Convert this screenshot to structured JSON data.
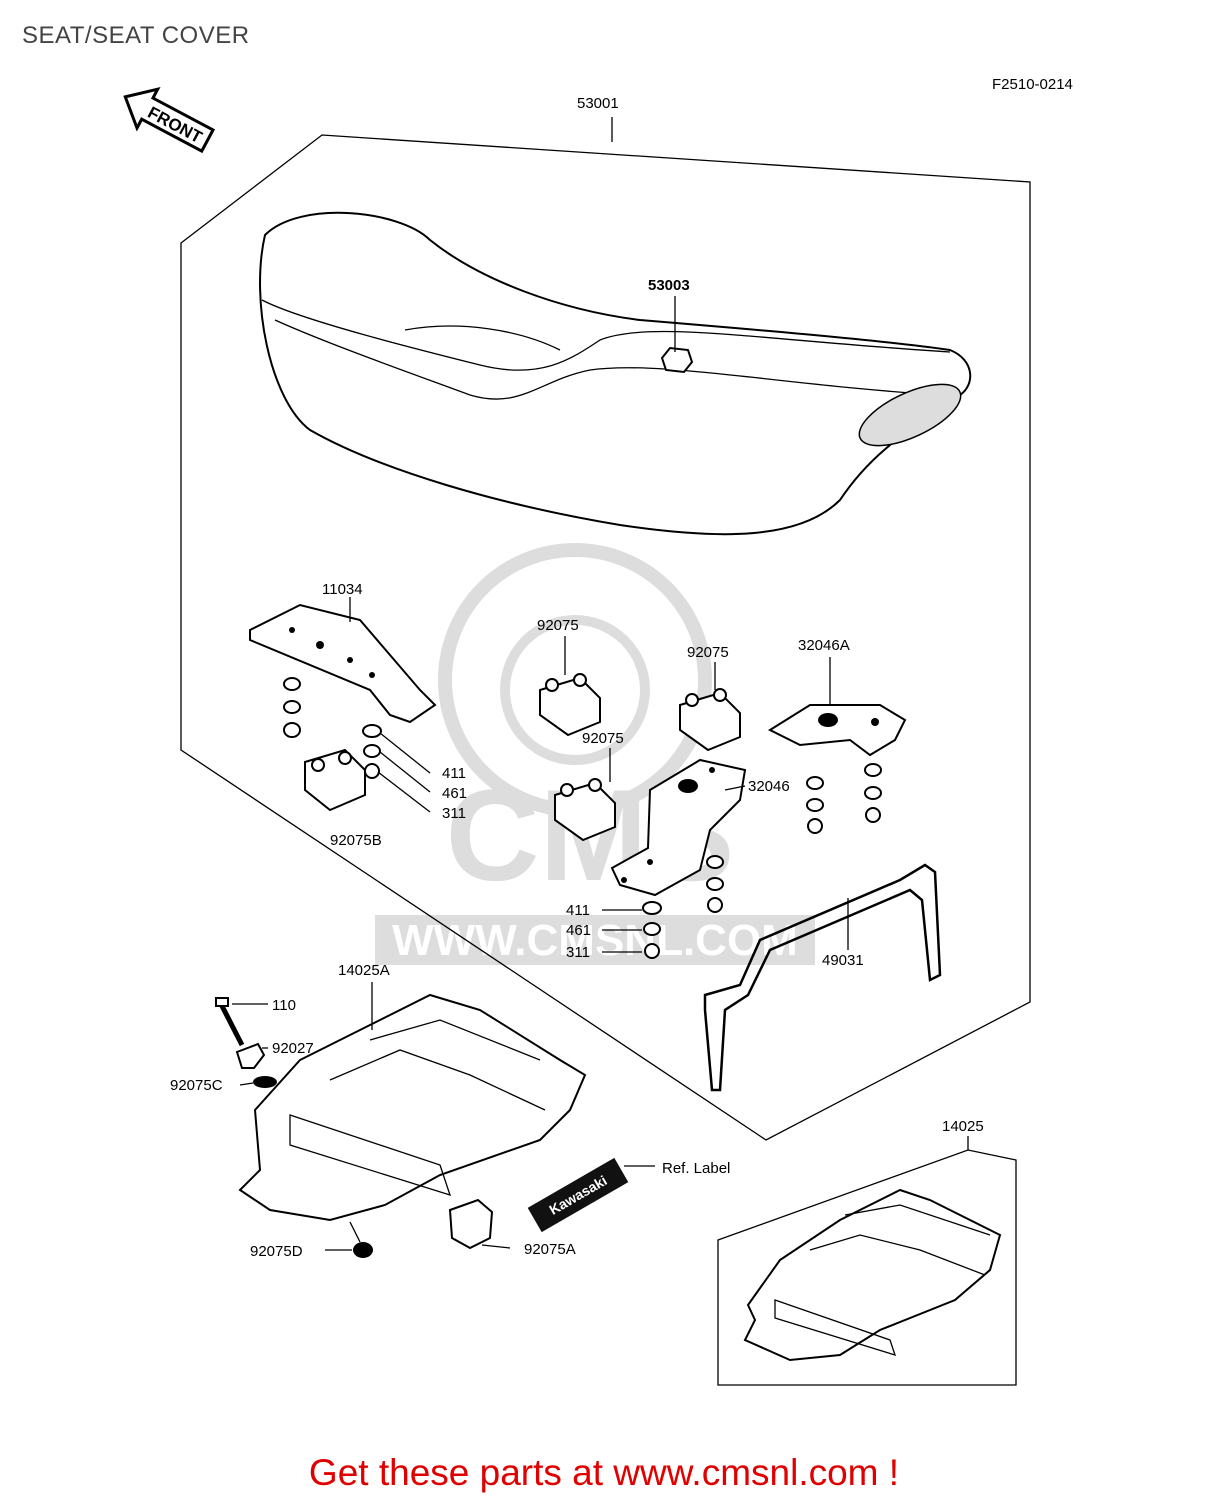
{
  "header": {
    "title": "SEAT/SEAT COVER",
    "diagram_code": "F2510-0214"
  },
  "front_arrow": {
    "label": "FRONT"
  },
  "parts": {
    "p53001": "53001",
    "p53003": "53003",
    "p11034": "11034",
    "p92075_a": "92075",
    "p92075_b": "92075",
    "p92075_c": "92075",
    "p32046A": "32046A",
    "p32046": "32046",
    "p411_a": "411",
    "p461_a": "461",
    "p311_a": "311",
    "p92075B": "92075B",
    "p411_b": "411",
    "p461_b": "461",
    "p311_b": "311",
    "p49031": "49031",
    "p14025A": "14025A",
    "p110": "110",
    "p92027": "92027",
    "p92075C": "92075C",
    "p92075D": "92075D",
    "p92075A": "92075A",
    "ref_label": "Ref. Label",
    "p14025": "14025"
  },
  "emblem": {
    "text": "Kawasaki"
  },
  "watermark": {
    "text": "WWW.CMSNL.COM",
    "logo": "CMS"
  },
  "footer": {
    "cta": "Get these parts at www.cmsnl.com !"
  }
}
